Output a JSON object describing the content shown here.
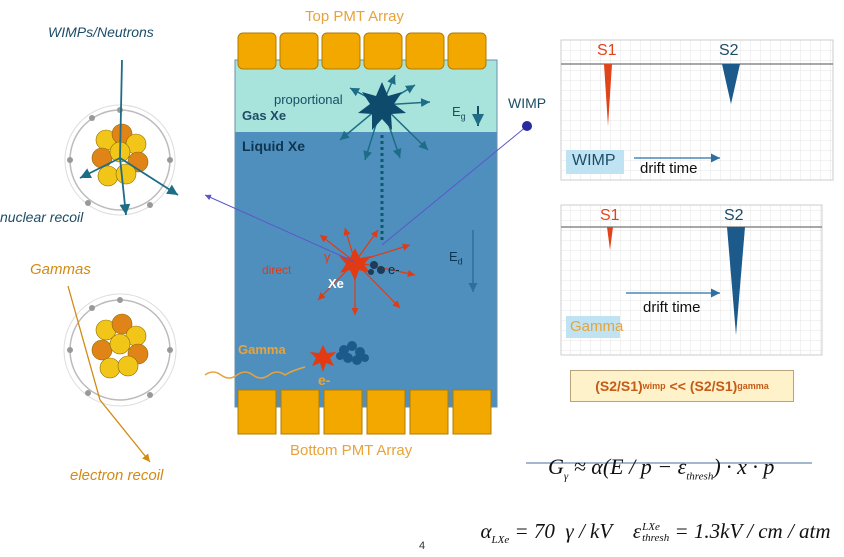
{
  "labels": {
    "top_pmt": "Top PMT Array",
    "bottom_pmt": "Bottom PMT Array",
    "wimps_neutrons": "WIMPs/Neutrons",
    "nuclear_recoil": "nuclear recoil",
    "gammas": "Gammas",
    "electron_recoil": "electron recoil",
    "proportional": "proportional",
    "gas_xe": "Gas Xe",
    "liquid_xe": "Liquid Xe",
    "eg": "E",
    "eg_sub": "g",
    "ed": "E",
    "ed_sub": "d",
    "direct": "direct",
    "gamma_symbol": "γ",
    "xe": "Xe",
    "e_minus": "e-",
    "gamma_in": "Gamma",
    "e_minus_bottom": "e-",
    "wimp": "WIMP",
    "page_number": "4"
  },
  "plot_top": {
    "s1": "S1",
    "s2": "S2",
    "box_label": "WIMP",
    "drift": "drift time"
  },
  "plot_bottom": {
    "s1": "S1",
    "s2": "S2",
    "box_label": "Gamma",
    "drift": "drift time"
  },
  "ratio": {
    "left": "(S2/S1)",
    "left_sub": "wimp",
    "op": " << ",
    "right": "(S2/S1)",
    "right_sub": "gamma"
  },
  "equation1": {
    "lhs": "G",
    "lhs_sub": "γ",
    "rhs_a": " ≈ α(E / p − ε",
    "rhs_sub": "thresh",
    "rhs_b": ") · x · p"
  },
  "equation2": {
    "alpha": "α",
    "alpha_sub": "LXe",
    "alpha_val": " = 70  γ / kV",
    "eps": "ε",
    "eps_sup": "LXe",
    "eps_sub": "thresh",
    "eps_val": " = 1.3kV / cm / atm"
  },
  "colors": {
    "gas": "#a8e3dc",
    "liquid": "#4f8fbe",
    "pmt": "#f3a800",
    "accent_orange": "#e8a33a",
    "spike_red": "#e0441b",
    "spike_blue": "#1d5a8c"
  }
}
